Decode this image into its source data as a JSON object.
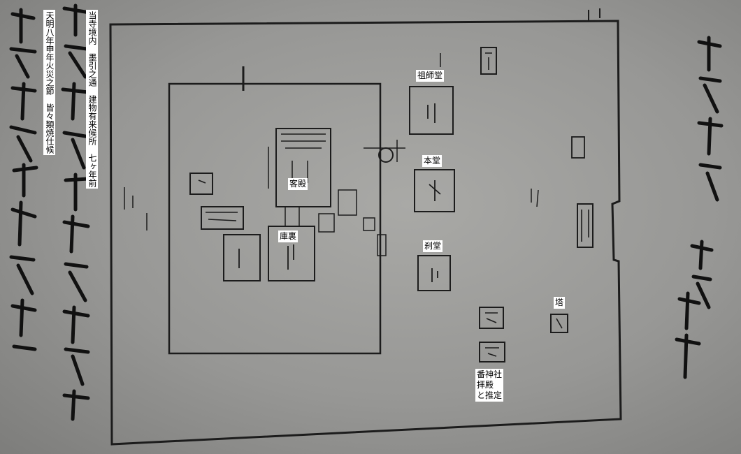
{
  "header_notes": {
    "line1": "当寺境内　墨引之通　建物有来候所　七ヶ年前",
    "line2": "天明八年申年火災之節　皆々類焼仕候"
  },
  "buildings": {
    "soshido": "祖師堂",
    "hondo": "本堂",
    "kyakuden": "客殿",
    "kuri": "庫裏",
    "setsudo": "刹堂",
    "to": "塔",
    "banjinja": [
      "番神社",
      "拝殿",
      "と推定"
    ]
  },
  "colors": {
    "paper": "#979795",
    "ink": "#1c1c1c",
    "label_bg": "#ffffff"
  }
}
